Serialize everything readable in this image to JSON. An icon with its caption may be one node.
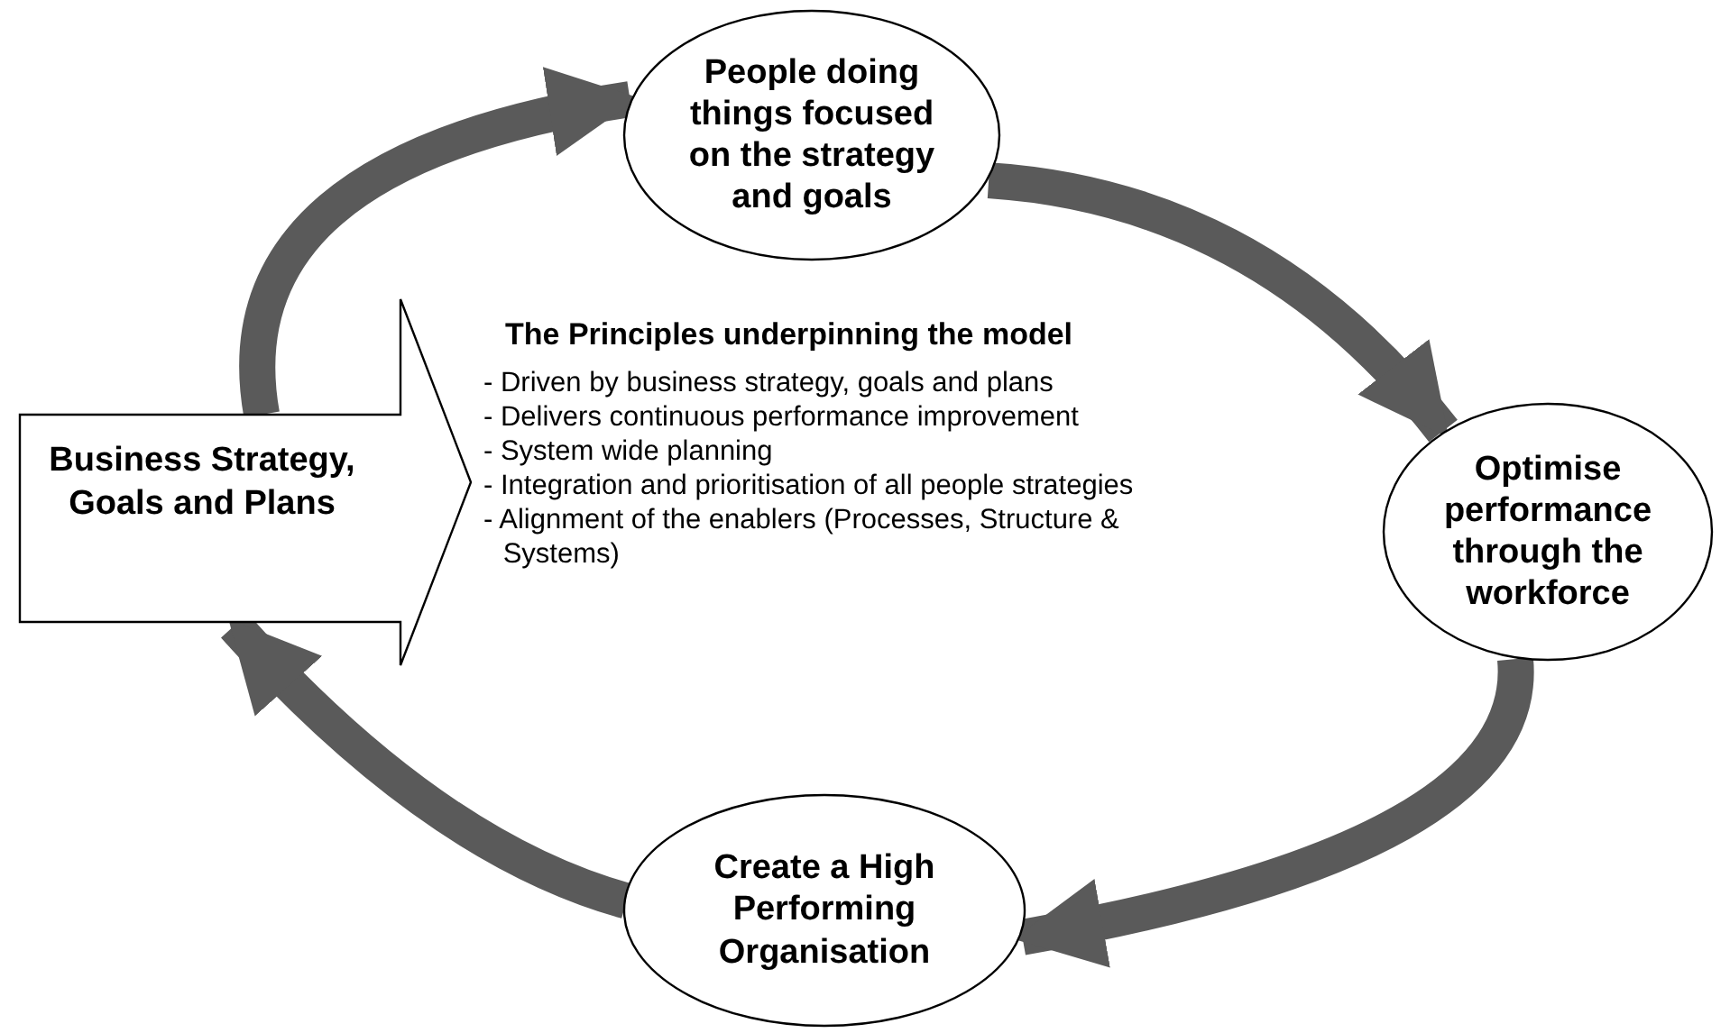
{
  "diagram": {
    "nodes": [
      {
        "text": [
          "Business Strategy, Goals and Plans"
        ]
      },
      {
        "text": [
          "People doing things focused on the strategy and goals"
        ]
      },
      {
        "text": [
          "Optimise performance through the workforce"
        ]
      },
      {
        "text": [
          "Create a High Performing Organisation"
        ]
      }
    ],
    "edges": [
      {
        "from": 0,
        "to": 1,
        "arrow": "to"
      },
      {
        "from": 1,
        "to": 2,
        "arrow": "to"
      },
      {
        "from": 2,
        "to": 3,
        "arrow": "to"
      },
      {
        "from": 3,
        "to": 0,
        "arrow": "to"
      }
    ],
    "labels": [
      "The Principles underpinning the model",
      "- Driven by business strategy, goals and plans",
      "- Delivers continuous performance improvement",
      "- System wide planning",
      "- Integration and prioritisation of all people strategies",
      "- Alignment of the enablers (Processes, Structure & Systems)"
    ]
  }
}
